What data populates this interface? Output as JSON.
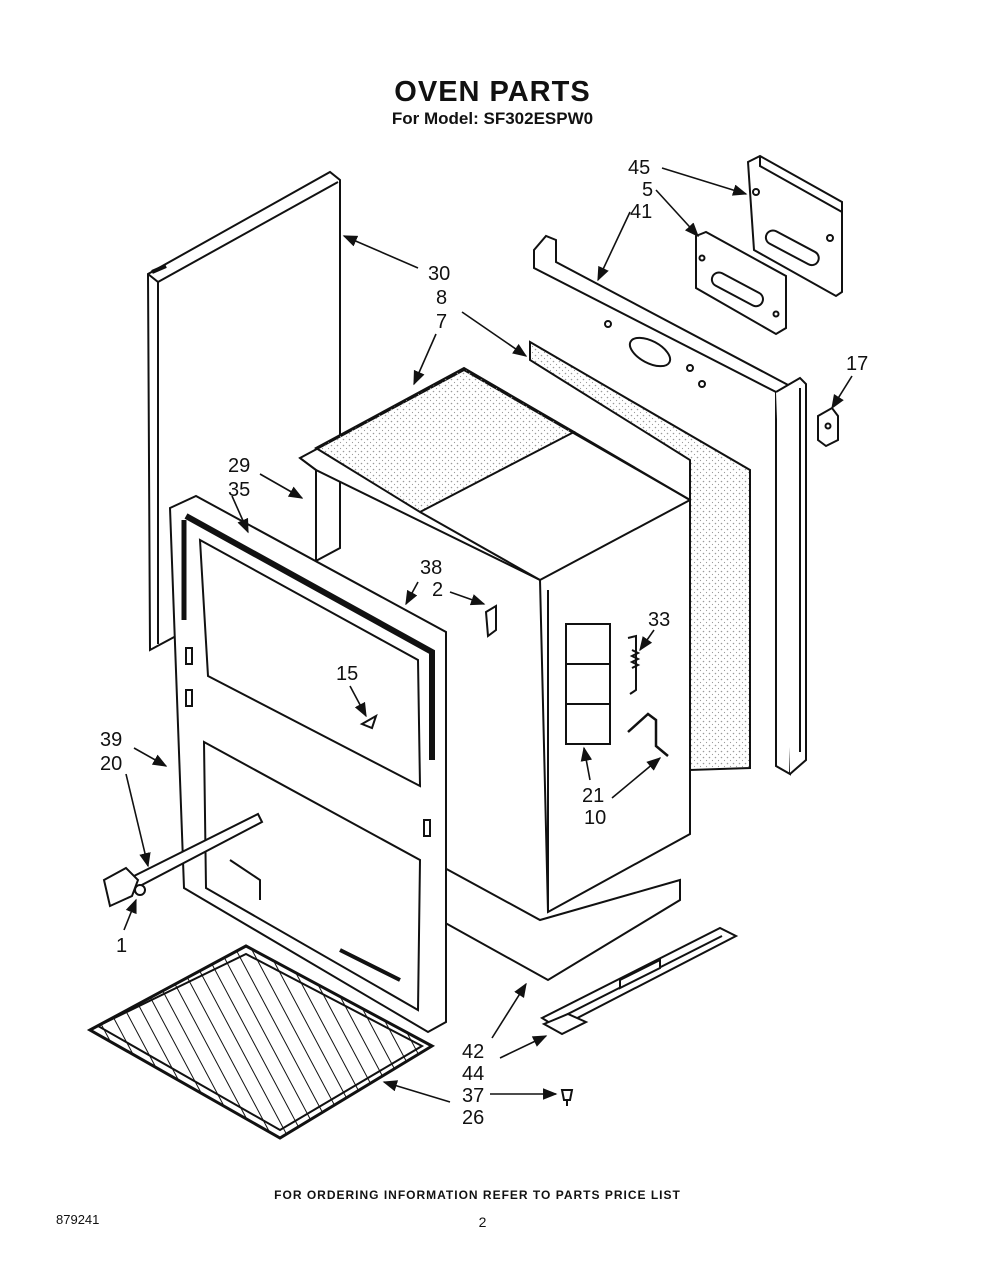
{
  "header": {
    "title": "OVEN PARTS",
    "model_line": "For Model: SF302ESPW0"
  },
  "callouts": {
    "c45": "45",
    "c5": "5",
    "c41": "41",
    "c30": "30",
    "c8": "8",
    "c7": "7",
    "c17": "17",
    "c29": "29",
    "c35": "35",
    "c38": "38",
    "c2": "2",
    "c33": "33",
    "c15": "15",
    "c39": "39",
    "c20": "20",
    "c21": "21",
    "c10": "10",
    "c1": "1",
    "c42": "42",
    "c44": "44",
    "c37": "37",
    "c26": "26"
  },
  "footer": {
    "ordering_note": "FOR ORDERING INFORMATION REFER TO PARTS PRICE LIST",
    "doc_number": "879241",
    "page_number": "2"
  },
  "colors": {
    "line": "#111111",
    "insulation_dots": "#9a9a9a",
    "background": "#ffffff"
  }
}
